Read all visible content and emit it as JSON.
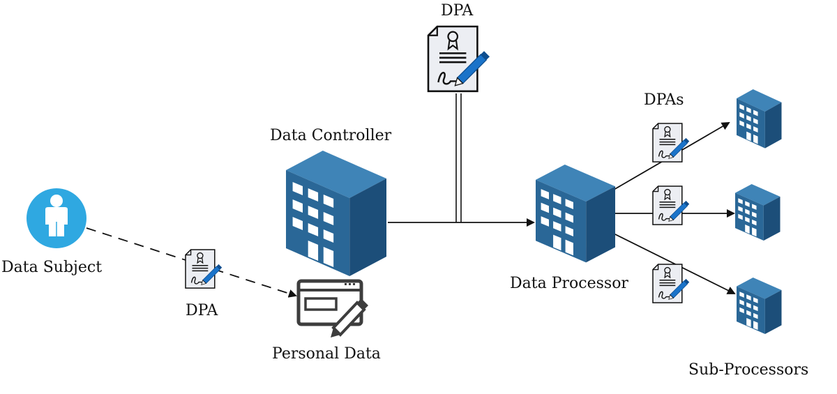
{
  "nodes": {
    "data_subject": {
      "label": "Data Subject"
    },
    "data_controller": {
      "label": "Data Controller"
    },
    "personal_data": {
      "label": "Personal Data"
    },
    "data_processor": {
      "label": "Data Processor"
    },
    "sub_processors": {
      "label": "Sub-Processors"
    }
  },
  "agreements": {
    "top_dpa": {
      "label": "DPA"
    },
    "subject_dpa": {
      "label": "DPA"
    },
    "sub_dpas": {
      "label": "DPAs"
    }
  },
  "colors": {
    "building_front": "#2a6797",
    "building_side": "#1c4e79",
    "building_top": "#3f84b7",
    "window": "#ffffff",
    "person_circle": "#2fa8e1",
    "document_fill": "#eceef3",
    "pen": "#1a73c9",
    "line": "#111111",
    "screen_icon": "#3d3d3d"
  }
}
